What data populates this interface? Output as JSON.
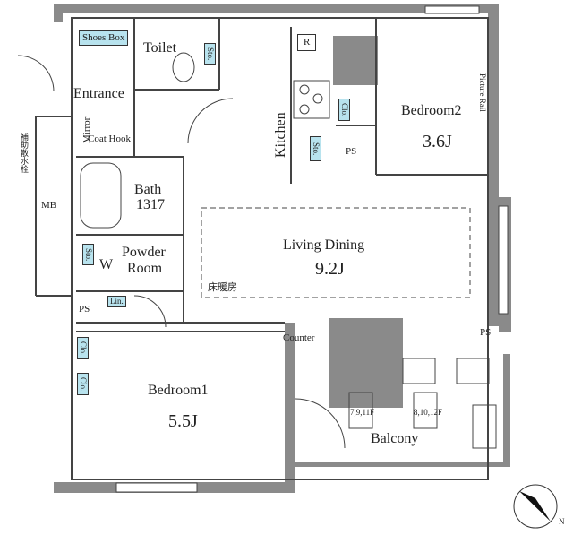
{
  "rooms": {
    "shoes_box": "Shoes Box",
    "toilet": "Toilet",
    "entrance": "Entrance",
    "mirror": "Mirror",
    "coat_hook": "Coat Hook",
    "kitchen": "Kitchen",
    "bath": "Bath",
    "bath_size": "1317",
    "powder_room_1": "Powder",
    "powder_room_2": "Room",
    "washer": "W",
    "linen": "Lin.",
    "living_dining": "Living Dining",
    "living_size": "9.2J",
    "floor_heating": "床暖房",
    "bedroom1": "Bedroom1",
    "bedroom1_size": "5.5J",
    "bedroom2": "Bedroom2",
    "bedroom2_size": "3.6J",
    "picture_rail": "Picture Rail",
    "counter": "Counter",
    "balcony": "Balcony",
    "mb": "MB",
    "ps": "PS",
    "refrigerator": "R",
    "storage": "Sto.",
    "closet": "Clo.",
    "sprinkler_note": "補助散水栓",
    "hatch_left": "7,9,11F",
    "hatch_right": "8,10,12F",
    "north": "N"
  }
}
